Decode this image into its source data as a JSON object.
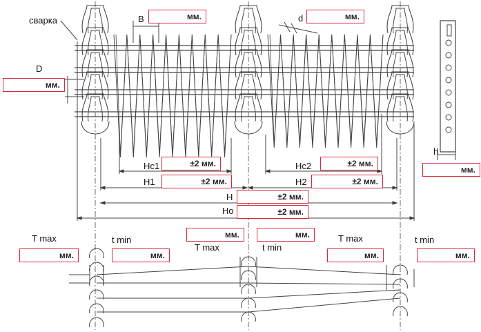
{
  "labels": {
    "weld": "сварка",
    "B": "B",
    "d": "d",
    "D": "D",
    "h": "h",
    "Hc1": "Hc1",
    "Hc2": "Hc2",
    "H1": "H1",
    "H2": "H2",
    "H": "H",
    "Ho": "Ho",
    "t_max_left": "T max",
    "t_min_left": "t min",
    "t_max_mid": "T max",
    "t_min_mid": "t min",
    "t_max_right": "T max",
    "t_min_right": "t min"
  },
  "fields": {
    "B": "мм.",
    "d": "мм.",
    "D": "мм.",
    "h": "мм.",
    "Hc1": "±2 мм.",
    "Hc2": "±2 мм.",
    "H1": "±2 мм.",
    "H2": "±2 мм.",
    "H": "±2 мм.",
    "Ho": "±2 мм.",
    "t_max_left": "мм.",
    "t_min_left": "мм.",
    "t_max_mid": "мм.",
    "t_min_mid": "мм.",
    "t_max_right": "мм.",
    "t_min_right": "мм."
  },
  "colors": {
    "field_border": "#d9293a",
    "line": "#333333"
  }
}
